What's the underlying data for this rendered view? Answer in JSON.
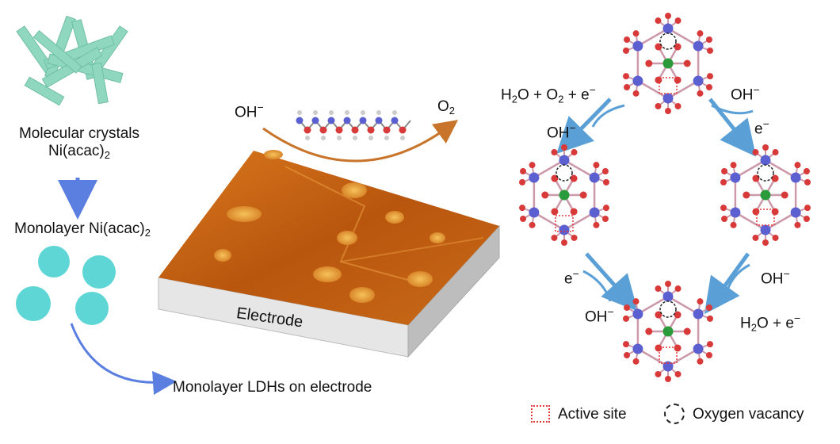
{
  "labels": {
    "crystals_line1": "Molecular crystals",
    "crystals_line2": "Ni(acac)",
    "crystals_sub": "2",
    "monolayer_a": "Monolayer Ni(acac)",
    "monolayer_sub": "2",
    "monolayer_ldh": "Monolayer LDHs on electrode",
    "electrode": "Electrode",
    "oh_top": "OH",
    "o2_top": "O",
    "o2_sub": "2",
    "cycle_top_left_a": "H",
    "cycle_top_left_b": "O + O",
    "cycle_top_left_c": " + e",
    "cycle_oh_left_top": "OH",
    "cycle_oh_right_top": "OH",
    "cycle_e_right_top": "e",
    "cycle_e_left_bottom": "e",
    "cycle_oh_left_bottom": "OH",
    "cycle_oh_right_bottom": "OH",
    "cycle_h2o_right_bottom_a": "H",
    "cycle_h2o_right_bottom_b": "O + e",
    "minus": "−",
    "sub2": "2"
  },
  "legend": {
    "active_site": "Active site",
    "oxygen_vacancy": "Oxygen vacancy"
  },
  "colors": {
    "crystal": "#8fd8bf",
    "disc": "#5fd6d6",
    "arrow_blue": "#5a7fe0",
    "arrow_orange": "#c8742a",
    "cycle_arrow": "#5aa0d6",
    "ni_atom": "#5b5fd0",
    "o_atom": "#d83a3a",
    "active_atom": "#2a9a3a",
    "surface_dark": "#a84a0a",
    "surface_light": "#e8892a"
  }
}
